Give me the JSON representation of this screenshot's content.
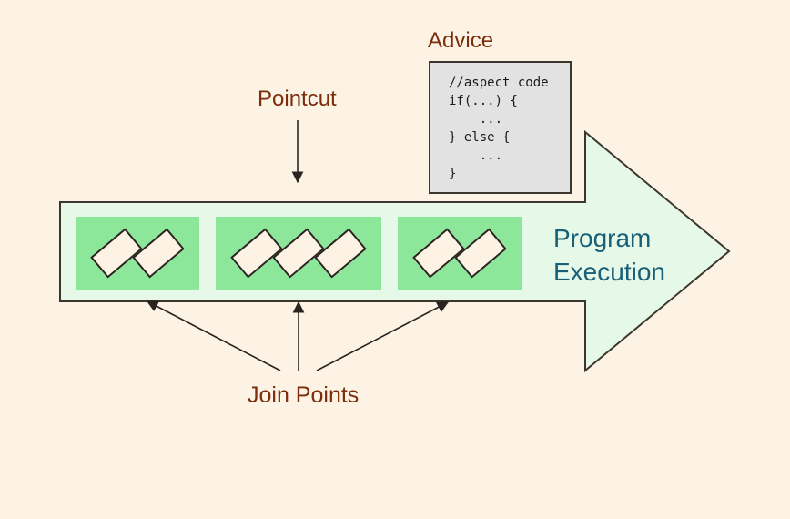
{
  "labels": {
    "advice": "Advice",
    "pointcut": "Pointcut",
    "join_points": "Join Points",
    "program_execution_line1": "Program",
    "program_execution_line2": "Execution"
  },
  "advice_code": "//aspect code\nif(...) {\n    ...\n} else {\n    ...\n}",
  "colors": {
    "background": "#fdf3e4",
    "label_brown": "#7b2d0c",
    "program_execution_teal": "#186078",
    "execution_arrow_fill": "#e6f8e8",
    "outline_dark": "#3b362e",
    "joinpoint_group_green": "#8ce79b",
    "joinpoint_marker_fill": "#fdf3e4",
    "code_box_fill": "#e2e2e2",
    "thin_arrow_color": "#292420"
  },
  "join_point_groups": [
    {
      "rect_count": 2
    },
    {
      "rect_count": 3
    },
    {
      "rect_count": 2
    }
  ]
}
